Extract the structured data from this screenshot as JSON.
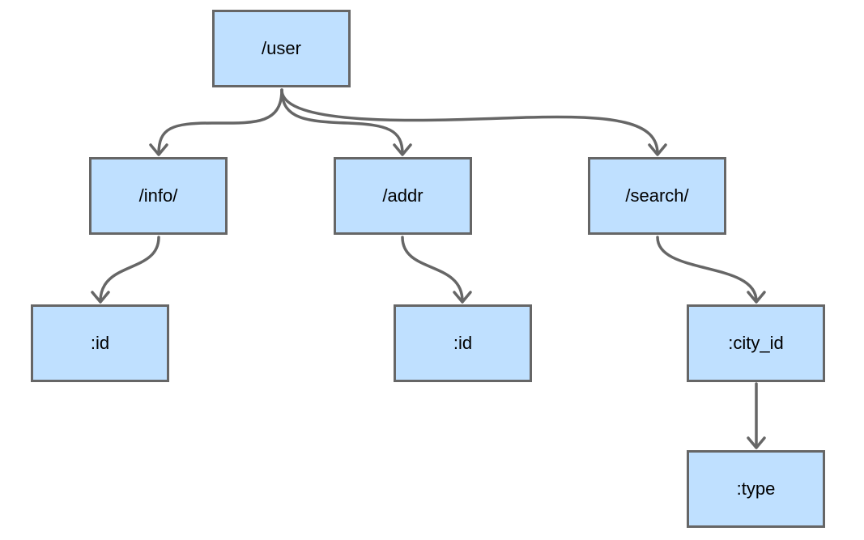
{
  "diagram": {
    "nodes": {
      "user": {
        "label": "/user"
      },
      "info": {
        "label": "/info/"
      },
      "addr": {
        "label": "/addr"
      },
      "search": {
        "label": "/search/"
      },
      "info_id": {
        "label": ":id"
      },
      "addr_id": {
        "label": ":id"
      },
      "city_id": {
        "label": ":city_id"
      },
      "type": {
        "label": ":type"
      }
    },
    "edges": [
      {
        "from": "user",
        "to": "info"
      },
      {
        "from": "user",
        "to": "addr"
      },
      {
        "from": "user",
        "to": "search"
      },
      {
        "from": "info",
        "to": "info_id"
      },
      {
        "from": "addr",
        "to": "addr_id"
      },
      {
        "from": "search",
        "to": "city_id"
      },
      {
        "from": "city_id",
        "to": "type"
      }
    ],
    "colors": {
      "node_fill": "#bfe0ff",
      "node_border": "#666666",
      "edge": "#666666"
    }
  }
}
